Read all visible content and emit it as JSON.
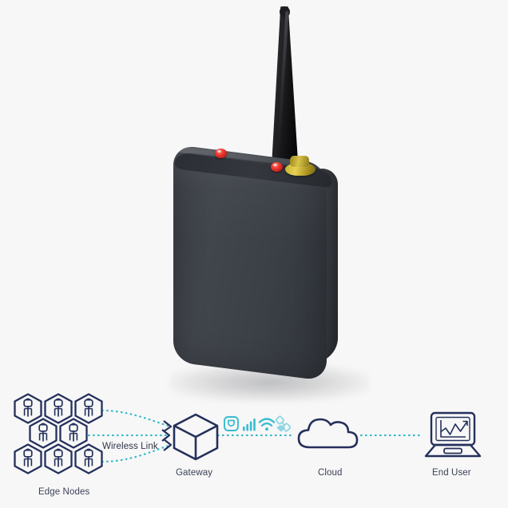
{
  "scene": {
    "background_color": "#f7f7f7",
    "title_visible": false
  },
  "product": {
    "name": "iot-gateway-device",
    "body_color": "#3a3e45",
    "body_color_dark": "#2b2f35",
    "antenna_color": "#121215",
    "antenna_base_color": "#d8c349",
    "led_color": "#ef3b32",
    "led_count": 2,
    "antenna_count": 1,
    "shadow_color": "rgba(60,62,68,0.28)"
  },
  "diagram": {
    "accent_line_color": "#2ab8c8",
    "outline_color": "#24305c",
    "label_color": "#3c4257",
    "nodes": [
      {
        "id": "edge-nodes",
        "label": "Edge Nodes",
        "icon": "cube-sensor-icon",
        "count": 8
      },
      {
        "id": "gateway",
        "label": "Gateway",
        "icon": "cube-icon",
        "count": 1
      },
      {
        "id": "cloud",
        "label": "Cloud",
        "icon": "cloud-icon",
        "count": 1
      },
      {
        "id": "end-user",
        "label": "End User",
        "icon": "laptop-chart-icon",
        "count": 1
      }
    ],
    "links": [
      {
        "id": "wireless-link",
        "label": "Wireless Link",
        "from": "edge-nodes",
        "to": "gateway",
        "style": "dotted",
        "color": "#2ab8c8"
      },
      {
        "id": "gateway-to-cloud",
        "label": "",
        "from": "gateway",
        "to": "cloud",
        "style": "dotted",
        "color": "#2ab8c8"
      },
      {
        "id": "cloud-to-end-user",
        "label": "",
        "from": "cloud",
        "to": "end-user",
        "style": "dotted",
        "color": "#2ab8c8"
      }
    ],
    "uplink_icons": [
      {
        "id": "ethernet",
        "name": "ethernet-port-icon",
        "color": "#39bcd0"
      },
      {
        "id": "cellular",
        "name": "signal-bars-icon",
        "color": "#39bcd0"
      },
      {
        "id": "wifi",
        "name": "wifi-icon",
        "color": "#39bcd0"
      },
      {
        "id": "satellite",
        "name": "satellite-icon",
        "color": "#8fd6e2"
      }
    ]
  }
}
